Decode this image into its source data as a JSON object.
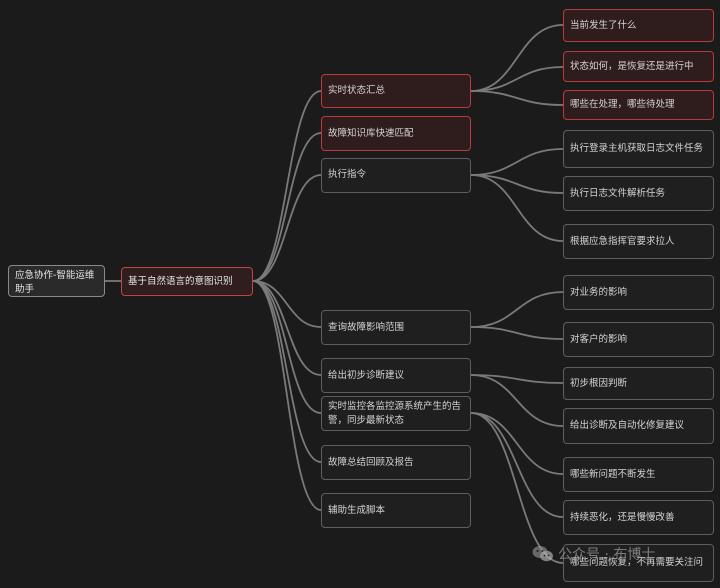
{
  "root": "应急协作-智能运维助手",
  "center": "基于自然语言的意图识别",
  "branches": {
    "b1": "实时状态汇总",
    "b2": "故障知识库快速匹配",
    "b3": "执行指令",
    "b4": "查询故障影响范围",
    "b5": "给出初步诊断建议",
    "b6": "实时监控各监控源系统产生的告警，同步最新状态",
    "b7": "故障总结回顾及报告",
    "b8": "辅助生成脚本"
  },
  "leaves": {
    "l1": "当前发生了什么",
    "l2": "状态如何，是恢复还是进行中",
    "l3": "哪些在处理，哪些待处理",
    "l4": "执行登录主机获取日志文件任务",
    "l5": "执行日志文件解析任务",
    "l6": "根据应急指挥官要求拉人",
    "l7": "对业务的影响",
    "l8": "对客户的影响",
    "l9": "初步根因判断",
    "l10": "给出诊断及自动化修复建议",
    "l11": "哪些新问题不断发生",
    "l12": "持续恶化，还是慢慢改善",
    "l13": "哪些问题恢复，不再需要关注问"
  },
  "watermark": "公众号 · 布博士",
  "colors": {
    "background": "#1b1b1b",
    "highlight_border": "#b83a3a",
    "connector": "#7a7a7a"
  }
}
